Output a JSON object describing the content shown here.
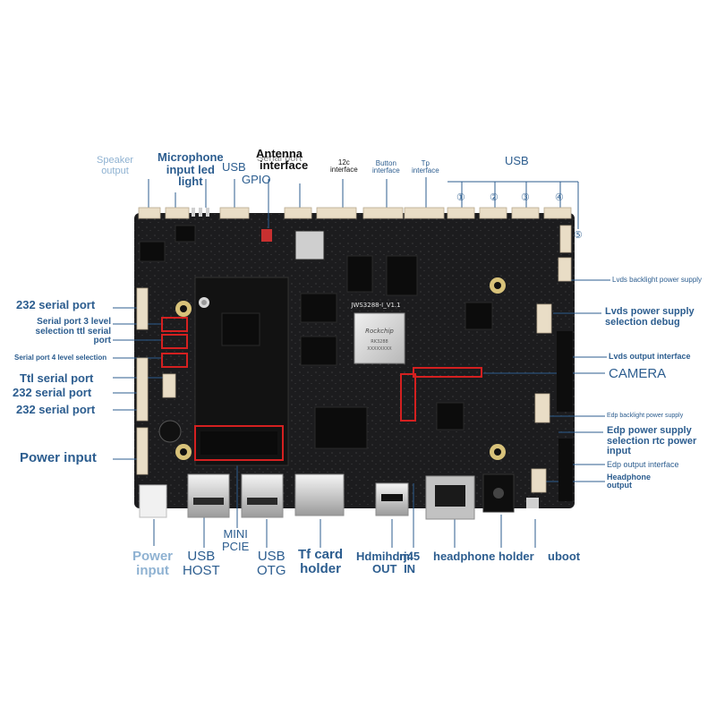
{
  "labels": {
    "speaker": "Speaker\noutput",
    "microphone": "Microphone\ninput led\nlight",
    "usb_top_left": "USB",
    "antenna_top": "Antenna",
    "serial_overlap": "Serial port",
    "antenna_interface": "interface",
    "gpio": "GPIO",
    "i2c": "12c\ninterface",
    "button": "Button\ninterface",
    "tp": "Tp\ninterface",
    "usb_top_right": "USB",
    "usb_nums": [
      "①",
      "②",
      "③",
      "④",
      "⑤"
    ],
    "serial_232_1": "232 serial port",
    "serial3_level": "Serial port 3 level\nselection ttl serial\nport",
    "serial4_level": "Serial port 4 level selection",
    "ttl_serial": "Ttl serial port",
    "serial_232_2": "232 serial port",
    "serial_232_3": "232 serial port",
    "power_input_left": "Power input",
    "lvds_backlight": "Lvds backlight power supply",
    "lvds_power": "Lvds power supply\nselection debug",
    "lvds_output": "Lvds output interface",
    "camera": "CAMERA",
    "edp_backlight": "Edp backlight power supply",
    "edp_power": "Edp power supply\nselection rtc power\ninput",
    "edp_output": "Edp output interface",
    "headphone_output": "Headphone\noutput",
    "power_input_bottom": "Power\ninput",
    "usb_host": "USB\nHOST",
    "mini_pcie": "MINI\nPCIE",
    "usb_otg": "USB\nOTG",
    "tf_card": "Tf card\nholder",
    "hdmi_out": "Hdmihdmi\nOUT",
    "rj45_in": "rj45\nIN",
    "headphone_holder": "headphone holder",
    "uboot": "uboot"
  },
  "board_text": {
    "model": "JWS3288-I_V1.1",
    "chip_brand": "Rockchip",
    "chip_line1": "RK3288",
    "chip_line2": "XXXXXXXX"
  },
  "colors": {
    "label_blue": "#2c5d8f",
    "label_light": "#8fb2d2",
    "highlight": "#d42020",
    "pcb": "#1c1c1e",
    "connector": "#e9ddc6"
  }
}
